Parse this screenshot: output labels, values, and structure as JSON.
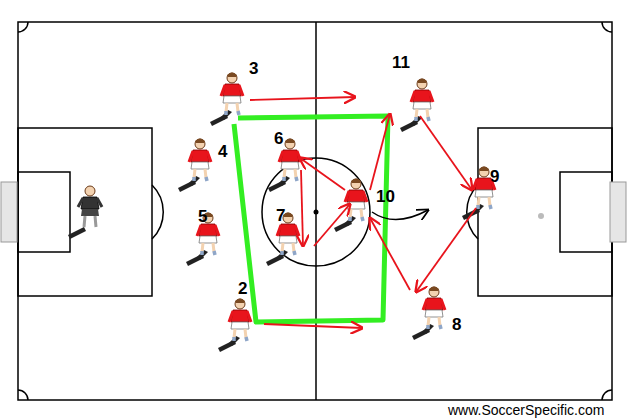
{
  "diagram": {
    "labels": [
      "3",
      "11",
      "6",
      "4",
      "10",
      "9",
      "7",
      "5",
      "2",
      "8",
      "www.SoccerSpecific.com"
    ]
  }
}
